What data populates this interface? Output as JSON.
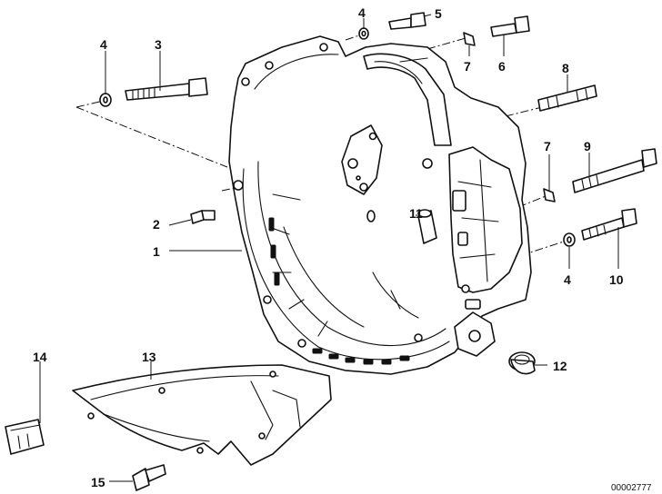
{
  "callouts": {
    "c1": "1",
    "c2": "2",
    "c3": "3",
    "c4a": "4",
    "c4b": "4",
    "c4c": "4",
    "c5": "5",
    "c6": "6",
    "c7a": "7",
    "c7b": "7",
    "c8": "8",
    "c9": "9",
    "c10": "10",
    "c11": "11",
    "c12": "12",
    "c13": "13",
    "c14": "14",
    "c15": "15"
  },
  "document_id": "00002777"
}
